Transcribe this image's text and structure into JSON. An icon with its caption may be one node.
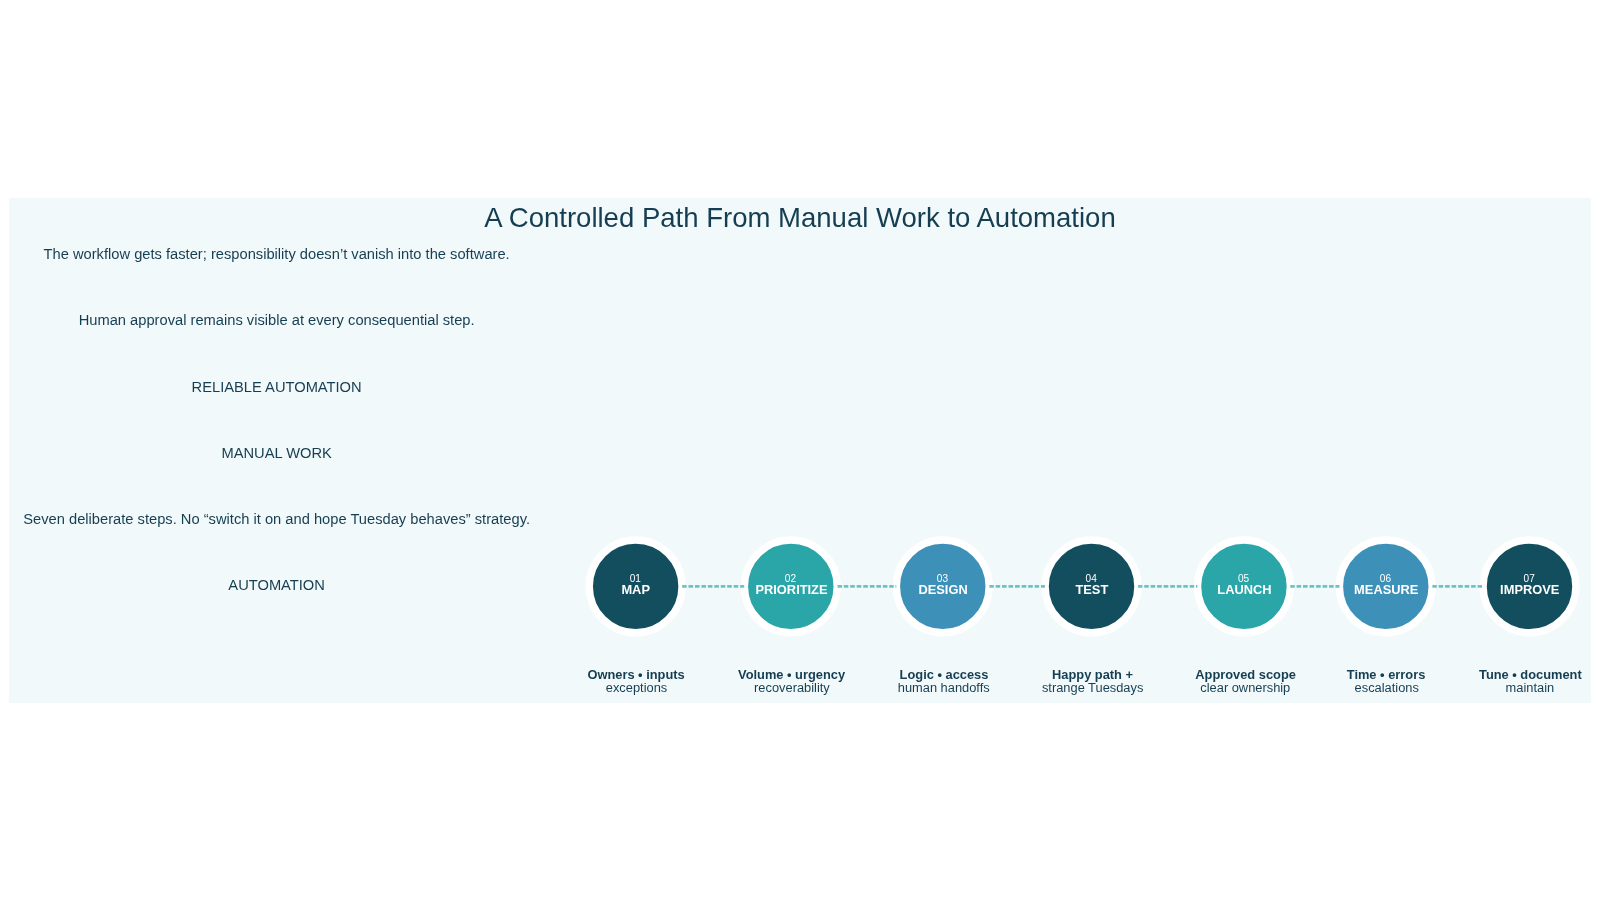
{
  "diagram": {
    "title": "A Controlled Path From Manual Work to Automation",
    "nodes": [
      {
        "text": [
          "01",
          "MAP"
        ],
        "beside": [
          "Owners • inputs",
          "exceptions"
        ]
      },
      {
        "text": [
          "02",
          "PRIORITIZE"
        ],
        "beside": [
          "Volume • urgency",
          "recoverability"
        ]
      },
      {
        "text": [
          "03",
          "DESIGN"
        ],
        "beside": [
          "Logic • access",
          "human handoffs"
        ]
      },
      {
        "text": [
          "04",
          "TEST"
        ],
        "beside": [
          "Happy path +",
          "strange Tuesdays"
        ]
      },
      {
        "text": [
          "05",
          "LAUNCH"
        ],
        "beside": [
          "Approved scope",
          "clear ownership"
        ]
      },
      {
        "text": [
          "06",
          "MEASURE"
        ],
        "beside": [
          "Time • errors",
          "escalations"
        ]
      },
      {
        "text": [
          "07",
          "IMPROVE"
        ],
        "beside": [
          "Tune • document",
          "maintain"
        ]
      }
    ],
    "edges": [
      {
        "from": 0,
        "to": 1,
        "arrow": "none",
        "style": "dashed"
      },
      {
        "from": 1,
        "to": 2,
        "arrow": "none",
        "style": "dashed"
      },
      {
        "from": 2,
        "to": 3,
        "arrow": "none",
        "style": "dashed"
      },
      {
        "from": 3,
        "to": 4,
        "arrow": "none",
        "style": "dashed"
      },
      {
        "from": 4,
        "to": 5,
        "arrow": "none",
        "style": "dashed"
      },
      {
        "from": 5,
        "to": 6,
        "arrow": "none",
        "style": "dashed"
      }
    ],
    "labels": [
      "AUTOMATION",
      "Seven deliberate steps. No “switch it on and hope Tuesday behaves” strategy.",
      "MANUAL WORK",
      "RELIABLE AUTOMATION",
      "Human approval remains visible at every consequential step.",
      "The workflow gets faster; responsibility doesn’t vanish into the software."
    ]
  }
}
